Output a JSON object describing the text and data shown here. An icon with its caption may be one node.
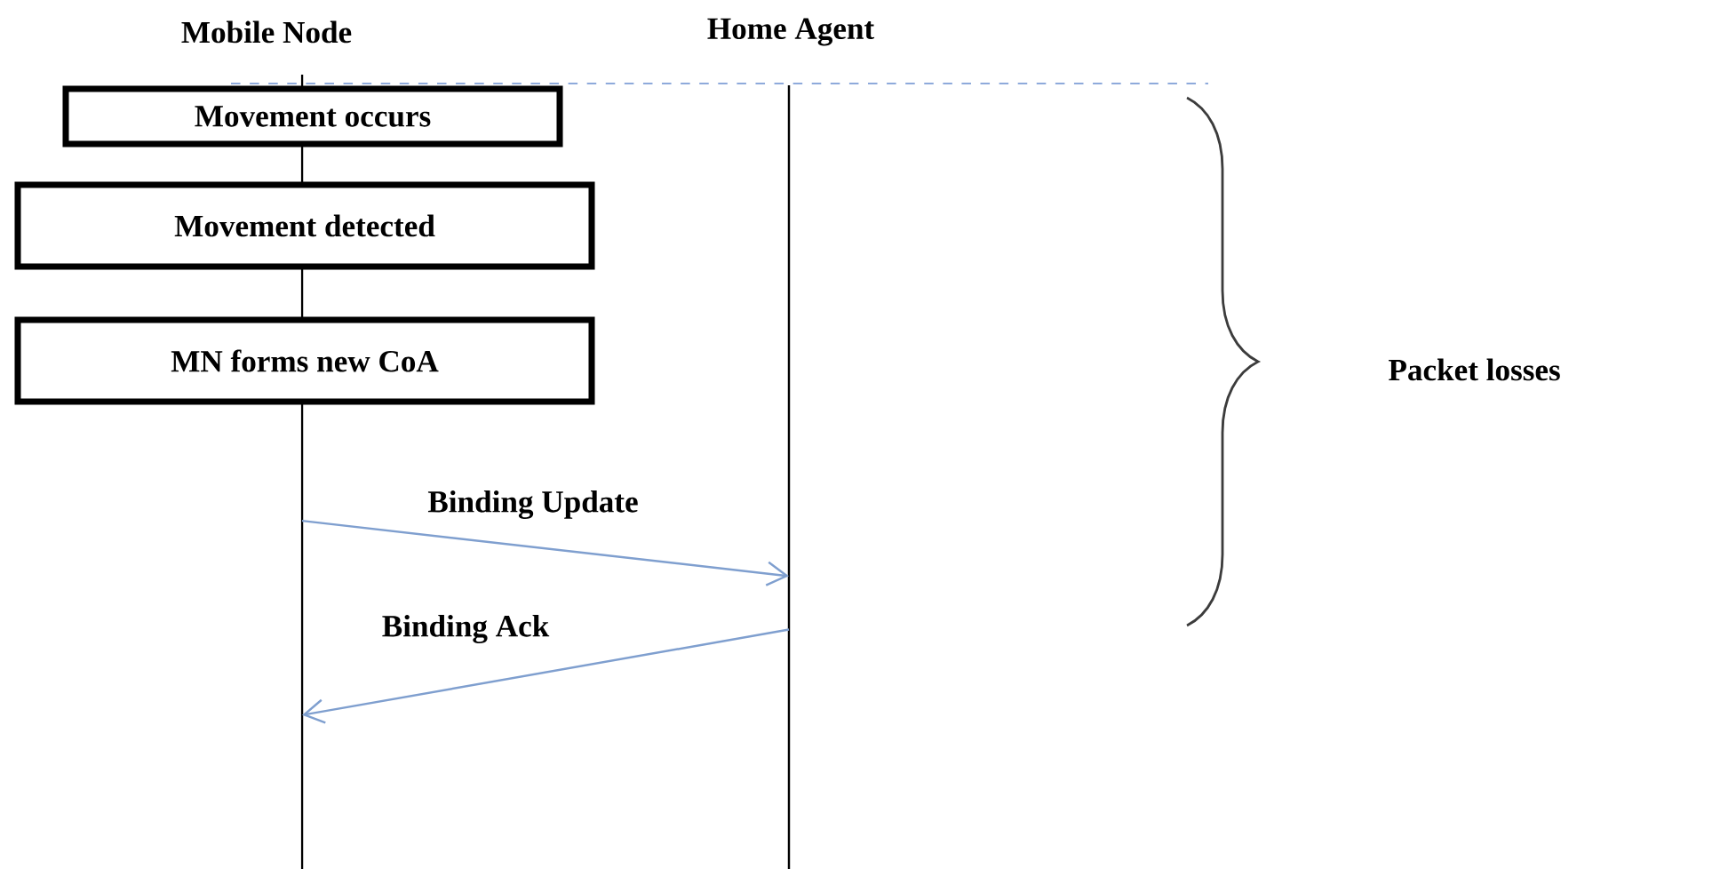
{
  "diagram": {
    "nodes": [
      {
        "text": [
          "Mobile Node"
        ]
      },
      {
        "text": [
          "Home Agent"
        ]
      },
      {
        "text": [
          "Movement occurs"
        ]
      },
      {
        "text": [
          "Movement detected"
        ]
      },
      {
        "text": [
          "MN forms new CoA"
        ]
      }
    ],
    "edges": [
      {
        "from": 0,
        "to": 1,
        "arrow": "to",
        "label": "Binding Update"
      },
      {
        "from": 1,
        "to": 0,
        "arrow": "to",
        "label": "Binding Ack"
      }
    ],
    "labels": [
      "Packet losses"
    ]
  }
}
